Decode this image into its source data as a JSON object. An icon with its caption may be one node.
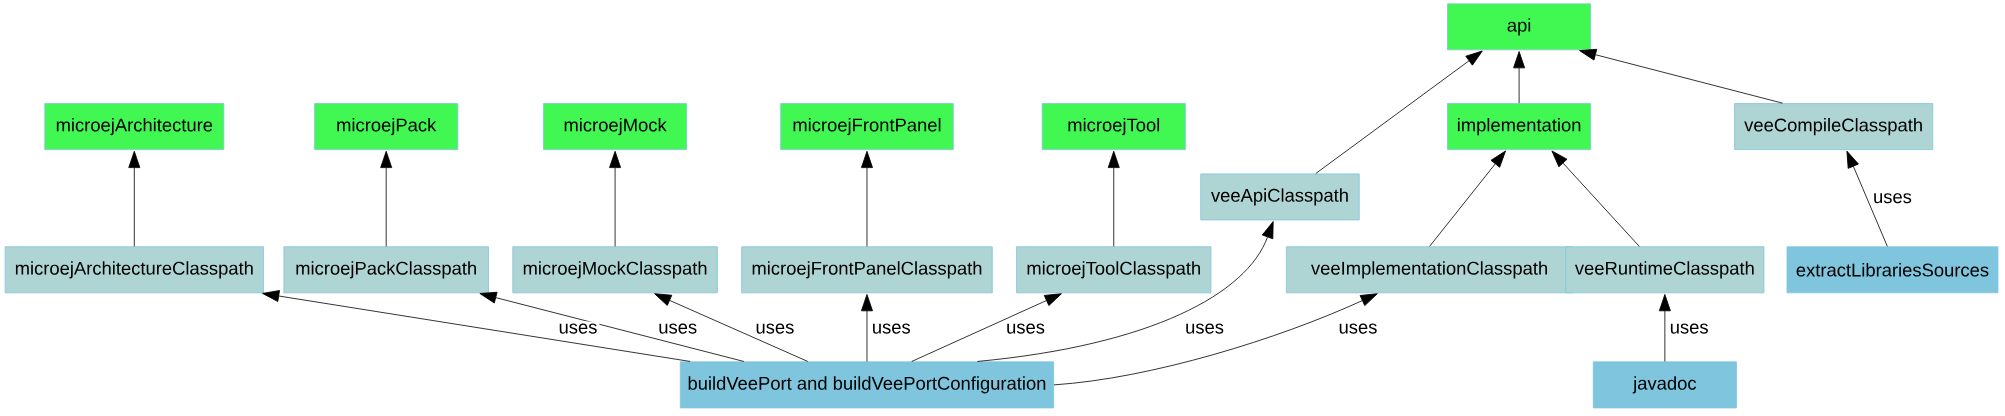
{
  "diagram": {
    "nodes": [
      {
        "text": [
          "api"
        ]
      },
      {
        "text": [
          "microejArchitecture"
        ]
      },
      {
        "text": [
          "microejPack"
        ]
      },
      {
        "text": [
          "microejMock"
        ]
      },
      {
        "text": [
          "microejFrontPanel"
        ]
      },
      {
        "text": [
          "microejTool"
        ]
      },
      {
        "text": [
          "veeApiClasspath"
        ]
      },
      {
        "text": [
          "implementation"
        ]
      },
      {
        "text": [
          "veeCompileClasspath"
        ]
      },
      {
        "text": [
          "microejArchitectureClasspath"
        ]
      },
      {
        "text": [
          "microejPackClasspath"
        ]
      },
      {
        "text": [
          "microejMockClasspath"
        ]
      },
      {
        "text": [
          "microejFrontPanelClasspath"
        ]
      },
      {
        "text": [
          "microejToolClasspath"
        ]
      },
      {
        "text": [
          "veeImplementationClasspath"
        ]
      },
      {
        "text": [
          "veeRuntimeClasspath"
        ]
      },
      {
        "text": [
          "extractLibrariesSources"
        ]
      },
      {
        "text": [
          "buildVeePort and buildVeePortConfiguration"
        ]
      },
      {
        "text": [
          "javadoc"
        ]
      }
    ],
    "edges": [
      {
        "from": 9,
        "to": 1,
        "arrow": "to"
      },
      {
        "from": 10,
        "to": 2,
        "arrow": "to"
      },
      {
        "from": 11,
        "to": 3,
        "arrow": "to"
      },
      {
        "from": 12,
        "to": 4,
        "arrow": "to"
      },
      {
        "from": 13,
        "to": 5,
        "arrow": "to"
      },
      {
        "from": 6,
        "to": 0,
        "arrow": "to"
      },
      {
        "from": 7,
        "to": 0,
        "arrow": "to"
      },
      {
        "from": 8,
        "to": 0,
        "arrow": "to"
      },
      {
        "from": 14,
        "to": 7,
        "arrow": "to"
      },
      {
        "from": 15,
        "to": 7,
        "arrow": "to"
      },
      {
        "from": 16,
        "to": 8,
        "arrow": "to",
        "label": "uses"
      },
      {
        "from": 17,
        "to": 9,
        "arrow": "to",
        "label": "uses"
      },
      {
        "from": 17,
        "to": 10,
        "arrow": "to",
        "label": "uses"
      },
      {
        "from": 17,
        "to": 11,
        "arrow": "to",
        "label": "uses"
      },
      {
        "from": 17,
        "to": 12,
        "arrow": "to",
        "label": "uses"
      },
      {
        "from": 17,
        "to": 13,
        "arrow": "to",
        "label": "uses"
      },
      {
        "from": 17,
        "to": 6,
        "arrow": "to",
        "label": "uses"
      },
      {
        "from": 17,
        "to": 14,
        "arrow": "to",
        "label": "uses"
      },
      {
        "from": 18,
        "to": 15,
        "arrow": "to",
        "label": "uses"
      }
    ]
  }
}
